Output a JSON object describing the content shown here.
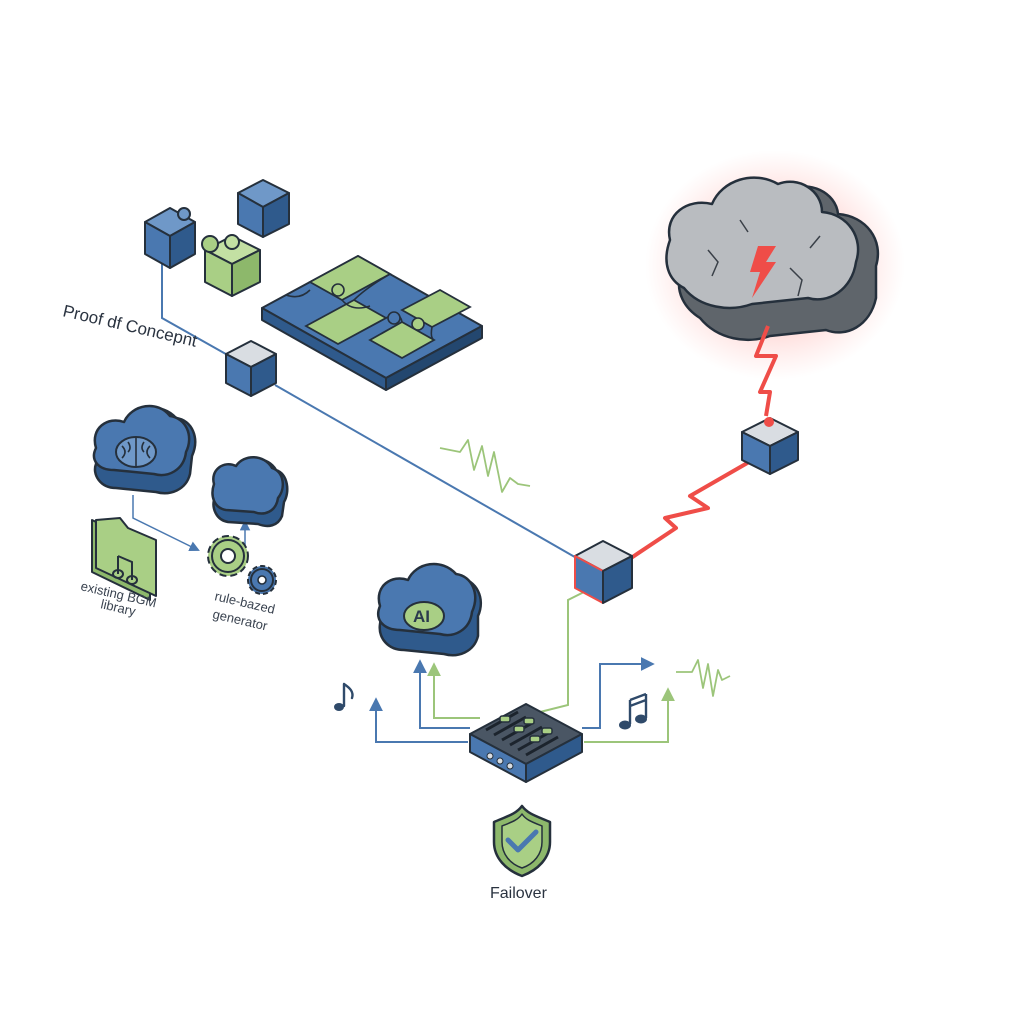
{
  "labels": {
    "proof_of_concept": "Proof df Concepnt",
    "existing_bgm_line1": "existing BGM",
    "existing_bgm_line2": "library",
    "rule_based_line1": "rule-bazed",
    "rule_based_line2": "generator",
    "ai_badge": "AI",
    "failover": "Failover"
  },
  "colors": {
    "blue": "#4a78b0",
    "blue_dark": "#2f5a8c",
    "green": "#a9cf85",
    "green_dark": "#8db86b",
    "gray": "#8a9096",
    "gray_dark": "#5d6369",
    "red": "#ef4d48",
    "outline": "#25303c"
  },
  "icons": [
    "puzzle-blocks-icon",
    "brain-cloud-icon",
    "cloud-icon",
    "music-folder-icon",
    "gears-icon",
    "ai-cloud-icon",
    "mixer-console-icon",
    "music-note-icon",
    "waveform-icon",
    "failed-cloud-icon",
    "lightning-icon",
    "shield-check-icon"
  ]
}
